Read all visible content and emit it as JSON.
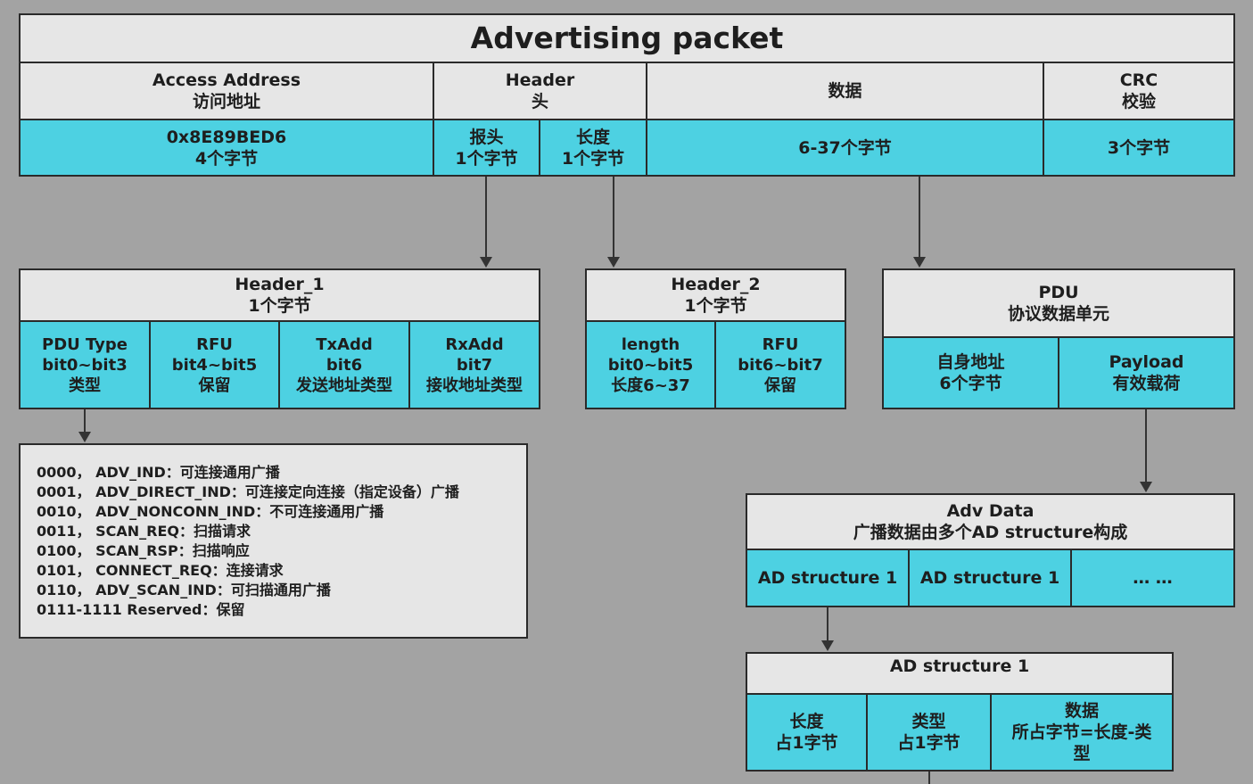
{
  "packet": {
    "title": "Advertising packet",
    "access_address": {
      "label": "Access Address",
      "sub": "访问地址",
      "value": "0x8E89BED6",
      "size": "4个字节"
    },
    "header": {
      "label": "Header",
      "sub": "头"
    },
    "header_baotou": {
      "label": "报头",
      "size": "1个字节"
    },
    "header_length": {
      "label": "长度",
      "size": "1个字节"
    },
    "data": {
      "label": "数据",
      "size": "6-37个字节"
    },
    "crc": {
      "label": "CRC",
      "sub": "校验",
      "size": "3个字节"
    }
  },
  "header1": {
    "title": "Header_1",
    "size": "1个字节",
    "fields": [
      {
        "name": "PDU Type",
        "bits": "bit0~bit3",
        "desc": "类型"
      },
      {
        "name": "RFU",
        "bits": "bit4~bit5",
        "desc": "保留"
      },
      {
        "name": "TxAdd",
        "bits": "bit6",
        "desc": "发送地址类型"
      },
      {
        "name": "RxAdd",
        "bits": "bit7",
        "desc": "接收地址类型"
      }
    ]
  },
  "header2": {
    "title": "Header_2",
    "size": "1个字节",
    "fields": [
      {
        "name": "length",
        "bits": "bit0~bit5",
        "desc": "长度6~37"
      },
      {
        "name": "RFU",
        "bits": "bit6~bit7",
        "desc": "保留"
      }
    ]
  },
  "pdu": {
    "title": "PDU",
    "sub": "协议数据单元",
    "self_addr": {
      "label": "自身地址",
      "size": "6个字节"
    },
    "payload": {
      "label": "Payload",
      "sub": "有效载荷"
    }
  },
  "pdu_types": [
    "0000， ADV_IND：可连接通用广播",
    "0001， ADV_DIRECT_IND：可连接定向连接（指定设备）广播",
    "0010， ADV_NONCONN_IND：不可连接通用广播",
    "0011， SCAN_REQ：扫描请求",
    "0100， SCAN_RSP：扫描响应",
    "0101， CONNECT_REQ：连接请求",
    "0110， ADV_SCAN_IND：可扫描通用广播",
    "0111-1111 Reserved：保留"
  ],
  "adv_data": {
    "title": "Adv Data",
    "sub": "广播数据由多个AD structure构成",
    "items": [
      "AD structure 1",
      "AD structure 1",
      "… …"
    ]
  },
  "ad_structure": {
    "title": "AD structure 1",
    "length": {
      "label": "长度",
      "size": "占1字节"
    },
    "type": {
      "label": "类型",
      "size": "占1字节"
    },
    "data": {
      "label": "数据",
      "size": "所占字节=长度-类",
      "size2": "型"
    }
  }
}
